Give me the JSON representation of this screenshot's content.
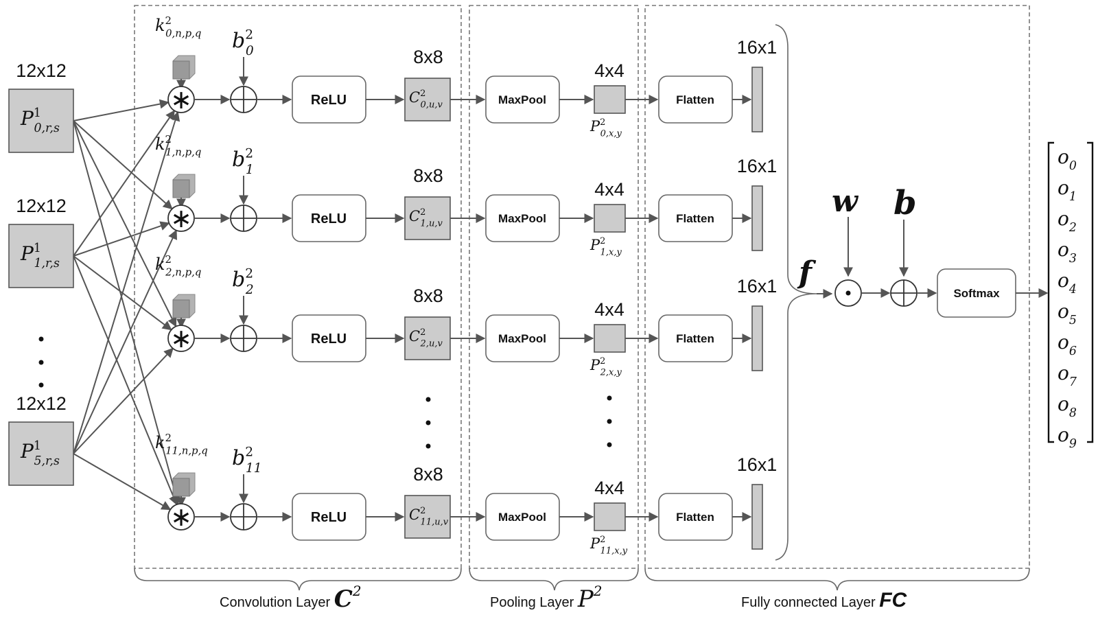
{
  "inputs": [
    {
      "size": "12x12",
      "label": "P",
      "sup": "1",
      "sub": "0,r,s"
    },
    {
      "size": "12x12",
      "label": "P",
      "sup": "1",
      "sub": "1,r,s"
    },
    {
      "size": "12x12",
      "label": "P",
      "sup": "1",
      "sub": "5,r,s"
    }
  ],
  "rows": [
    {
      "kernel": {
        "base": "k",
        "sup": "2",
        "sub": "0,n,p,q"
      },
      "bias": {
        "base": "b",
        "sup": "2",
        "sub": "0"
      },
      "relu": "ReLU",
      "conv_size": "8x8",
      "conv": {
        "base": "C",
        "sup": "2",
        "sub": "0,u,v"
      },
      "maxpool": "MaxPool",
      "pool_size": "4x4",
      "pool": {
        "base": "P",
        "sup": "2",
        "sub": "0,x,y"
      },
      "flatten": "Flatten",
      "vec_size": "16x1"
    },
    {
      "kernel": {
        "base": "k",
        "sup": "2",
        "sub": "1,n,p,q"
      },
      "bias": {
        "base": "b",
        "sup": "2",
        "sub": "1"
      },
      "relu": "ReLU",
      "conv_size": "8x8",
      "conv": {
        "base": "C",
        "sup": "2",
        "sub": "1,u,v"
      },
      "maxpool": "MaxPool",
      "pool_size": "4x4",
      "pool": {
        "base": "P",
        "sup": "2",
        "sub": "1,x,y"
      },
      "flatten": "Flatten",
      "vec_size": "16x1"
    },
    {
      "kernel": {
        "base": "k",
        "sup": "2",
        "sub": "2,n,p,q"
      },
      "bias": {
        "base": "b",
        "sup": "2",
        "sub": "2"
      },
      "relu": "ReLU",
      "conv_size": "8x8",
      "conv": {
        "base": "C",
        "sup": "2",
        "sub": "2,u,v"
      },
      "maxpool": "MaxPool",
      "pool_size": "4x4",
      "pool": {
        "base": "P",
        "sup": "2",
        "sub": "2,x,y"
      },
      "flatten": "Flatten",
      "vec_size": "16x1"
    },
    {
      "kernel": {
        "base": "k",
        "sup": "2",
        "sub": "11,n,p,q"
      },
      "bias": {
        "base": "b",
        "sup": "2",
        "sub": "11"
      },
      "relu": "ReLU",
      "conv_size": "8x8",
      "conv": {
        "base": "C",
        "sup": "2",
        "sub": "11,u,v"
      },
      "maxpool": "MaxPool",
      "pool_size": "4x4",
      "pool": {
        "base": "P",
        "sup": "2",
        "sub": "11,x,y"
      },
      "flatten": "Flatten",
      "vec_size": "16x1"
    }
  ],
  "fc": {
    "feature": "f",
    "weight": "w",
    "bias": "b",
    "softmax": "Softmax",
    "outputs": [
      {
        "base": "o",
        "sub": "0"
      },
      {
        "base": "o",
        "sub": "1"
      },
      {
        "base": "o",
        "sub": "2"
      },
      {
        "base": "o",
        "sub": "3"
      },
      {
        "base": "o",
        "sub": "4"
      },
      {
        "base": "o",
        "sub": "5"
      },
      {
        "base": "o",
        "sub": "6"
      },
      {
        "base": "o",
        "sub": "7"
      },
      {
        "base": "o",
        "sub": "8"
      },
      {
        "base": "o",
        "sub": "9"
      }
    ]
  },
  "layers": {
    "conv": {
      "text": "Convolution Layer",
      "symbol": "C",
      "sup": "2"
    },
    "pool": {
      "text": "Pooling Layer",
      "symbol": "P",
      "sup": "2"
    },
    "fc": {
      "text": "Fully connected Layer",
      "symbol": "FC"
    }
  },
  "colors": {
    "gray_fill": "#cccccc",
    "stroke": "#555555",
    "kernel_cube": "#9a9a9a"
  }
}
